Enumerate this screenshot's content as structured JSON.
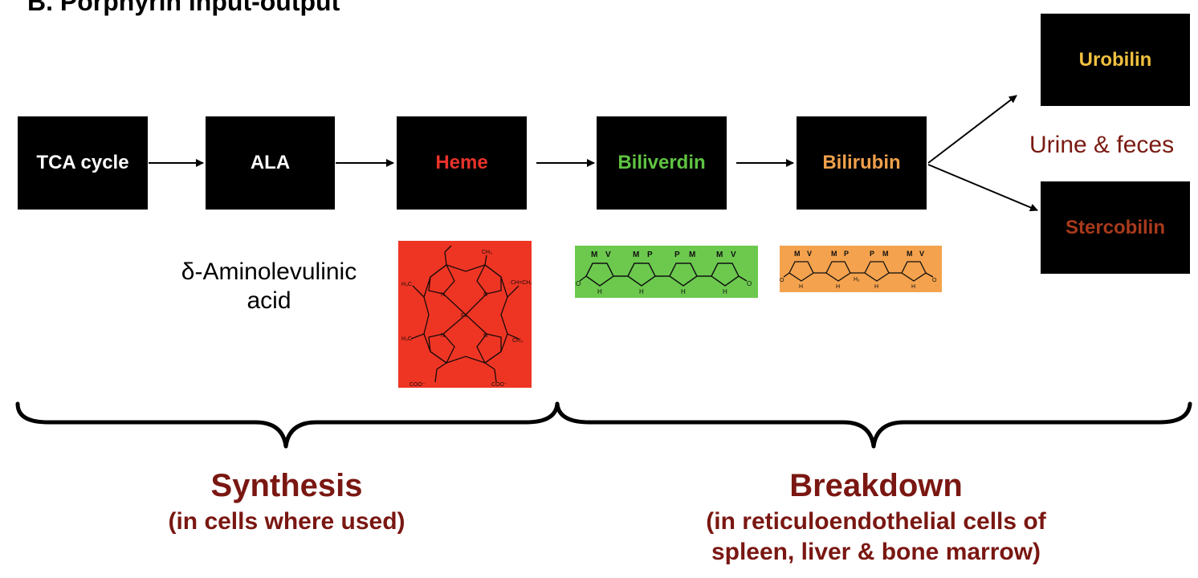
{
  "title": "B. Porphyrin input-output",
  "boxes": {
    "tca": {
      "label": "TCA cycle",
      "color": "#ffffff"
    },
    "ala": {
      "label": "ALA",
      "color": "#ffffff"
    },
    "heme": {
      "label": "Heme",
      "color": "#e8322a"
    },
    "biliverdin": {
      "label": "Biliverdin",
      "color": "#5fc342"
    },
    "bilirubin": {
      "label": "Bilirubin",
      "color": "#f0a04b"
    },
    "urobilin": {
      "label": "Urobilin",
      "color": "#f0c040"
    },
    "stercobilin": {
      "label": "Stercobilin",
      "color": "#a83a1c"
    }
  },
  "urine_label": "Urine & feces",
  "ala_full_name": {
    "line1": "δ-Aminolevulinic",
    "line2": "acid"
  },
  "molecules": {
    "heme_color": "#ee3524",
    "biliverdin_color": "#6cc94e",
    "bilirubin_color": "#f4a24e",
    "biliverdin_letters": [
      "M",
      "V",
      "M",
      "P",
      "P",
      "M",
      "M",
      "V"
    ],
    "bilirubin_letters": [
      "M",
      "V",
      "M",
      "P",
      "P",
      "M",
      "M",
      "V"
    ]
  },
  "sections": {
    "synthesis": {
      "title": "Synthesis",
      "subtitle": "(in cells where used)"
    },
    "breakdown": {
      "title": "Breakdown",
      "subtitle_line1": "(in reticuloendothelial cells of",
      "subtitle_line2": "spleen, liver & bone marrow)"
    }
  }
}
